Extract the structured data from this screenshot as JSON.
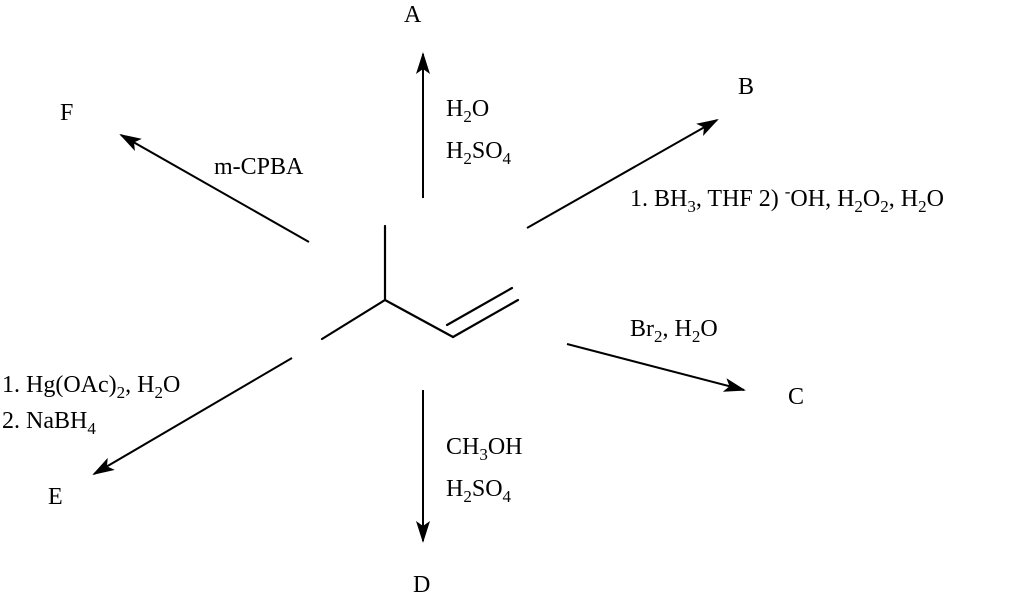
{
  "products": {
    "a": "A",
    "b": "B",
    "c": "C",
    "d": "D",
    "e": "E",
    "f": "F"
  },
  "reagents": {
    "a": {
      "line1": [
        "H",
        "2",
        "O"
      ],
      "line2": [
        "H",
        "2",
        "SO",
        "4"
      ]
    },
    "b": {
      "parts": [
        "1. BH",
        "3",
        ", THF 2) ",
        "-",
        "OH, H",
        "2",
        "O",
        "2",
        ", H",
        "2",
        "O"
      ]
    },
    "c": {
      "parts": [
        "Br",
        "2",
        ", H",
        "2",
        "O"
      ]
    },
    "d": {
      "line1": [
        "CH",
        "3",
        "OH"
      ],
      "line2": [
        "H",
        "2",
        "SO",
        "4"
      ]
    },
    "e": {
      "line1": [
        "1. Hg(OAc)",
        "2",
        ", H",
        "2",
        "O"
      ],
      "line2": [
        "2. NaBH",
        "4"
      ]
    },
    "f": {
      "text": "m-CPBA"
    }
  },
  "colors": {
    "ink": "#000000",
    "background": "#ffffff"
  }
}
